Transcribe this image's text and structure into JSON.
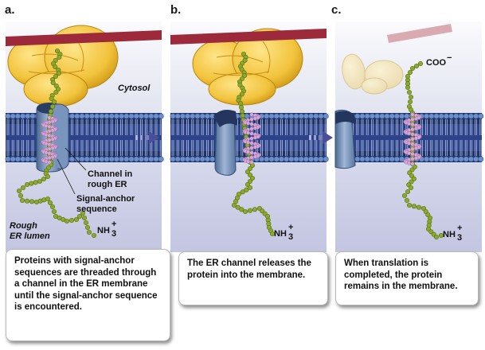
{
  "panels": [
    {
      "letter": "a.",
      "caption": "Proteins with signal-anchor sequences are threaded through a channel in the ER membrane until the signal-anchor sequence is encountered.",
      "labels": {
        "cytosol": "Cytosol",
        "channel_line1": "Channel in",
        "channel_line2": "rough ER",
        "anchor_line1": "Signal-anchor",
        "anchor_line2": "sequence",
        "lumen_line1": "Rough",
        "lumen_line2": "ER lumen",
        "nterm": "NH"
      }
    },
    {
      "letter": "b.",
      "caption": "The ER channel releases the protein into the membrane.",
      "labels": {
        "nterm": "NH"
      }
    },
    {
      "letter": "c.",
      "caption": "When translation is completed, the protein remains in the membrane.",
      "labels": {
        "cterm": "COO",
        "nterm": "NH"
      }
    }
  ],
  "colors": {
    "cytosol_top": "#f7f8fc",
    "lumen": "#c9cbe6",
    "lipid_head": "#6d8fc9",
    "membrane_core": "#22356e",
    "channel": "#6f8fb8",
    "ribosome": "#f2c33c",
    "mrna": "#9c2a3a",
    "protein_bead": "#8eaa2e",
    "helix": "#cf9fd0",
    "arrow": "#4b4f98"
  }
}
